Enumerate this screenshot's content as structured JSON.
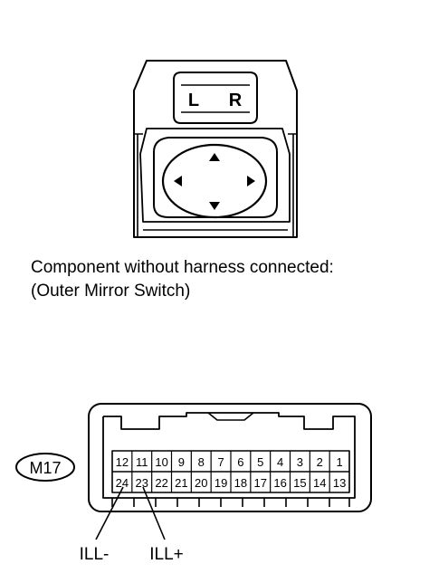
{
  "switch": {
    "side_left": "L",
    "side_right": "R"
  },
  "caption": {
    "line1": "Component without harness connected:",
    "line2": "(Outer Mirror Switch)"
  },
  "connector": {
    "id": "M17",
    "top_row": [
      "12",
      "11",
      "10",
      "9",
      "8",
      "7",
      "6",
      "5",
      "4",
      "3",
      "2",
      "1"
    ],
    "bottom_row": [
      "24",
      "23",
      "22",
      "21",
      "20",
      "19",
      "18",
      "17",
      "16",
      "15",
      "14",
      "13"
    ],
    "labels": {
      "ill_minus": "ILL-",
      "ill_plus": "ILL+"
    }
  }
}
